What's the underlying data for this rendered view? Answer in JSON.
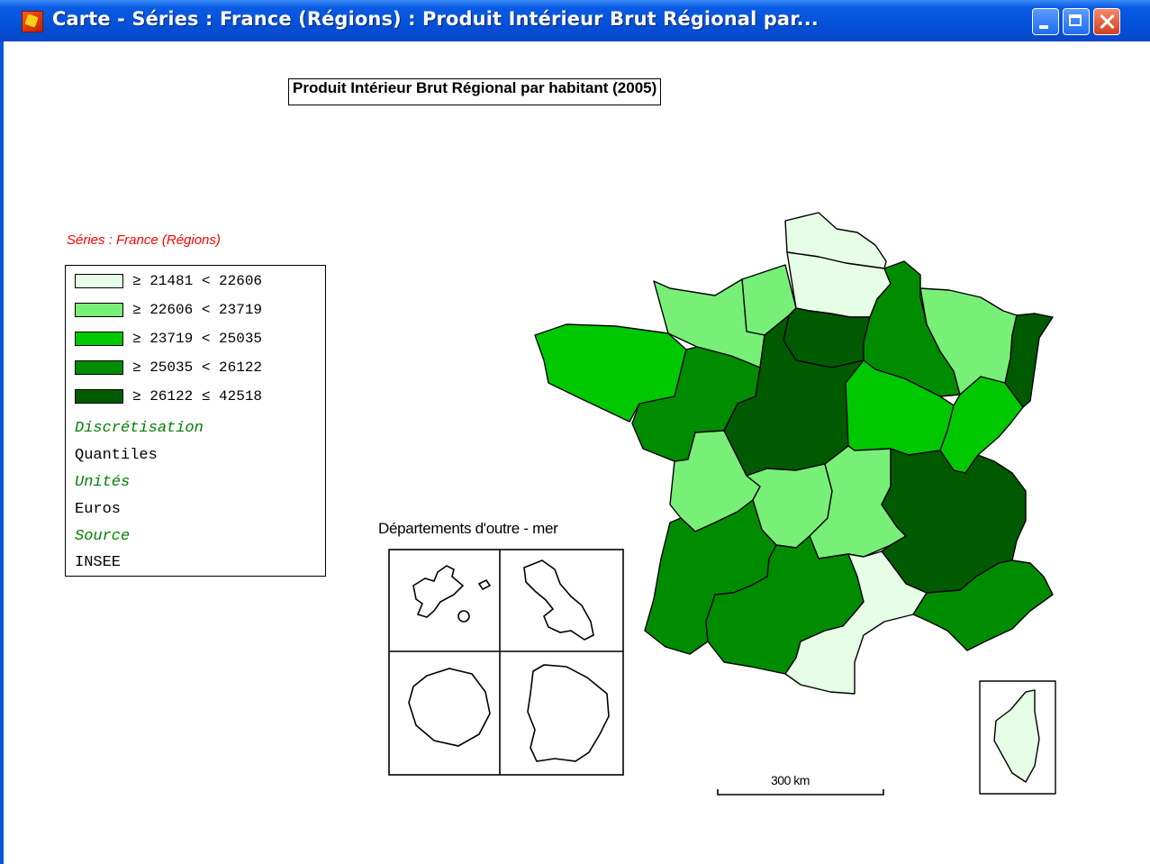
{
  "window": {
    "title": "Carte - Séries : France (Régions) : Produit Intérieur Brut Régional par..."
  },
  "map": {
    "title": "Produit Intérieur Brut Régional par habitant (2005)",
    "series_label": "Séries : France (Régions)",
    "legend": {
      "classes": [
        {
          "label": "≥ 21481 < 22606",
          "color": "#e6fde6"
        },
        {
          "label": "≥ 22606 < 23719",
          "color": "#78f078"
        },
        {
          "label": "≥ 23719 < 25035",
          "color": "#00c800"
        },
        {
          "label": "≥ 25035 < 26122",
          "color": "#008c00"
        },
        {
          "label": "≥ 26122 ≤ 42518",
          "color": "#005a00"
        }
      ],
      "discretisation_heading": "Discrétisation",
      "discretisation": "Quantiles",
      "units_heading": "Unités",
      "units": "Euros",
      "source_heading": "Source",
      "source": "INSEE"
    },
    "overseas_label": "Départements d'outre - mer",
    "scale_label": "300 km",
    "region_classes": {
      "nord": 0,
      "picardie": 0,
      "haute-normandie": 1,
      "basse-normandie": 1,
      "bretagne": 2,
      "pays-de-la-loire": 3,
      "centre": 4,
      "ile-de-france": 4,
      "champagne-ardenne": 3,
      "lorraine": 1,
      "alsace": 4,
      "bourgogne": 2,
      "franche-comte": 2,
      "poitou-charentes": 1,
      "limousin": 1,
      "auvergne": 1,
      "rhone-alpes": 4,
      "aquitaine": 3,
      "midi-pyrenees": 3,
      "languedoc-roussillon": 0,
      "paca": 3,
      "corse": 0
    }
  }
}
